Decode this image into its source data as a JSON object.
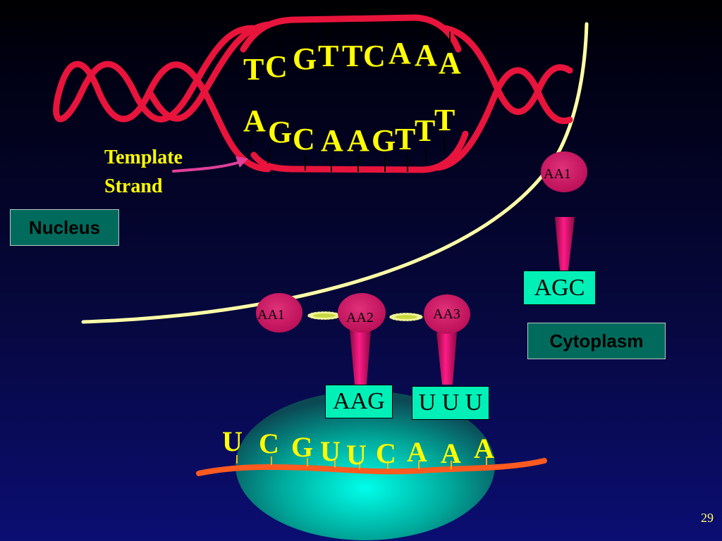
{
  "dna": {
    "top_strand": [
      "T",
      "C",
      "G",
      "T",
      "T",
      "C",
      "A",
      "A",
      "A"
    ],
    "bottom_strand": [
      "A",
      "G",
      "C",
      "A",
      "A",
      "G",
      "T",
      "T",
      "T"
    ]
  },
  "template_label": {
    "line1": "Template",
    "line2": "Strand"
  },
  "nucleus_label": "Nucleus",
  "cytoplasm_label": "Cytoplasm",
  "free_trna": {
    "amino_acid": "AA1",
    "anticodon": "AGC"
  },
  "ribosome_trnas": [
    {
      "amino_acid": "AA1"
    },
    {
      "amino_acid": "AA2",
      "anticodon": "AAG"
    },
    {
      "amino_acid": "AA3",
      "anticodon": "U U U"
    }
  ],
  "mrna_bases": [
    "U",
    "C",
    "G",
    "U",
    "U",
    "C",
    "A",
    "A",
    "A"
  ],
  "page_number": "29",
  "colors": {
    "dna": "#e8143c",
    "membrane": "#ffffa8",
    "bases": "#ffff00",
    "amino_acid": "#d4146a",
    "mrna": "#ff5a1f",
    "ribosome": "#00d4c8"
  }
}
